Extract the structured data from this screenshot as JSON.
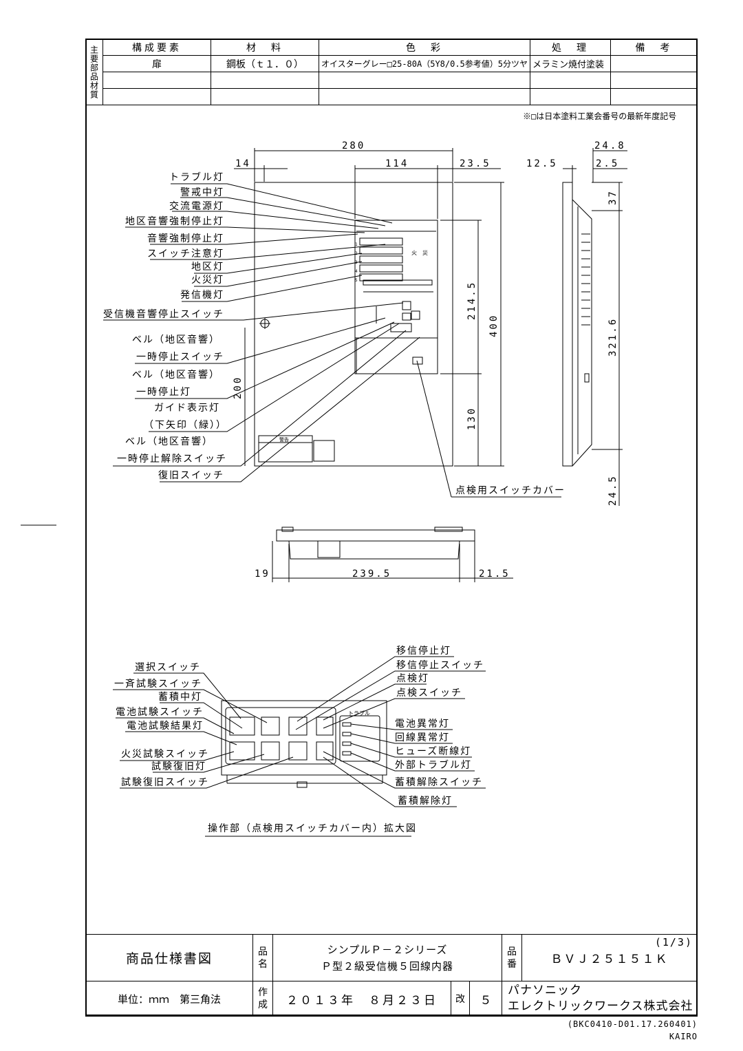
{
  "materials": {
    "side_header": "主要部品材質",
    "headers": [
      "構成要素",
      "材　料",
      "色　彩",
      "処　理",
      "備　考"
    ],
    "rows": [
      {
        "component": "扉",
        "material": "鋼板（ｔ１．０）",
        "color": "オイスターグレー□25-80A（5Y8/0.5参考値）5分ツヤ",
        "treatment": "メラミン焼付塗装",
        "remarks": ""
      },
      {
        "component": "",
        "material": "",
        "color": "",
        "treatment": "",
        "remarks": ""
      },
      {
        "component": "",
        "material": "",
        "color": "",
        "treatment": "",
        "remarks": ""
      }
    ],
    "note": "※□は日本塗料工業会番号の最新年度記号"
  },
  "front_view": {
    "dims": {
      "width": "280",
      "left": "14",
      "middle": "114",
      "right": "23.5",
      "height_upper": "214.5",
      "height_total": "400",
      "height_lower": "130",
      "left_height": "200"
    },
    "labels": [
      "トラブル灯",
      "警戒中灯",
      "交流電源灯",
      "地区音響強制停止灯",
      "音響強制停止灯",
      "スイッチ注意灯",
      "地区灯",
      "火災灯",
      "発信機灯",
      "受信機音響停止スイッチ",
      "ベル（地区音響）",
      "一時停止スイッチ",
      "ベル（地区音響）",
      "一時停止灯",
      "ガイド表示灯",
      "（下矢印（緑））",
      "ベル（地区音響）",
      "一時停止解除スイッチ",
      "復旧スイッチ"
    ],
    "cover_label": "点検用スイッチカバー",
    "panel_text": {
      "fire": "火　災",
      "warning": "警告",
      "zone_nums": [
        "1",
        "2",
        "3",
        "4",
        "5"
      ]
    }
  },
  "side_view": {
    "dims": {
      "depth": "24.8",
      "left": "12.5",
      "right": "2.5",
      "top": "37",
      "height": "321.6",
      "bottom": "24.5"
    }
  },
  "bottom_view": {
    "dims": {
      "left": "19",
      "middle": "239.5",
      "right": "21.5"
    }
  },
  "detail": {
    "left_labels": [
      "選択スイッチ",
      "一斉試験スイッチ",
      "蓄積中灯",
      "電池試験スイッチ",
      "電池試験結果灯",
      "火災試験スイッチ",
      "試験復旧灯",
      "試験復旧スイッチ"
    ],
    "right_labels": [
      "移信停止灯",
      "移信停止スイッチ",
      "点検灯",
      "点検スイッチ",
      "電池異常灯",
      "回線異常灯",
      "ヒューズ断線灯",
      "外部トラブル灯",
      "蓄積解除スイッチ",
      "蓄積解除灯"
    ],
    "caption": "操作部（点検用スイッチカバー内）拡大図",
    "panel_text": {
      "trouble": "トラブル"
    }
  },
  "title_block": {
    "doc_title": "商品仕様書図",
    "name_key": "品名",
    "name_line1": "シンプルＰ－２シリーズ",
    "name_line2": "Ｐ型２級受信機５回線内器",
    "number_key": "品番",
    "number": "ＢＶＪ２５１５１Ｋ",
    "page": "(1/3)",
    "unit": "単位：ｍｍ　第三角法",
    "made_key": "作成",
    "date": "２０１３年　８月２３日",
    "rev_key": "改",
    "rev": "５",
    "company_line1": "パナソニック",
    "company_line2": "エレクトリックワークス株式会社"
  },
  "footer": {
    "code": "(BKC0410-D01.17.260401)",
    "mark": "KAIRO"
  }
}
